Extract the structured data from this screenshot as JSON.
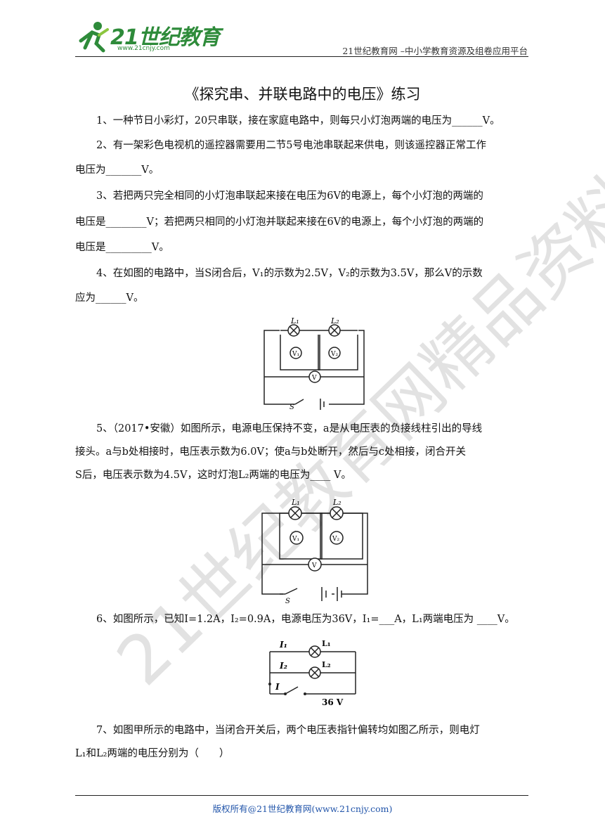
{
  "header": {
    "logo_text": "21世纪教育",
    "logo_url": "www.21cnjy.com",
    "site_tagline": "21世纪教育网 –中小学教育资源及组卷应用平台"
  },
  "title": "《探究串、并联电路中的电压》练习",
  "questions": [
    {
      "lines": [
        "1、一种节日小彩灯，20只串联，接在家庭电路中，则每只小灯泡两端的电压为______V。"
      ]
    },
    {
      "lines": [
        "2、有一架彩色电视机的遥控器需要用二节5号电池串联起来供电，则该遥控器正常工作",
        "电压为_______V。"
      ]
    },
    {
      "lines": [
        "3、若把两只完全相同的小灯泡串联起来接在电压为6V的电源上，每个小灯泡的两端的",
        "电压是________V；若把两只相同的小灯泡并联起来接在6V的电源上，每个小灯泡的两端的",
        "电压是_________V。"
      ]
    },
    {
      "lines": [
        "4、在如图的电路中，当S闭合后，V₁的示数为2.5V，V₂的示数为3.5V，那么V的示数",
        "应为______V。"
      ]
    },
    {
      "lines": [
        "5、（2017•安徽）如图所示，电源电压保持不变，a是从电压表的负接线柱引出的导线",
        "接头。a与b处相接时，电压表示数为6.0V；使a与b处断开，然后与c处相接，闭合开关",
        "S后，电压表示数为4.5V，这时灯泡L₂两端的电压为____ V。"
      ]
    },
    {
      "lines": [
        "6、如图所示，已知I=1.2A，I₂=0.9A，电源电压为36V，I₁=___A，L₁两端电压为 ____V。"
      ]
    },
    {
      "lines": [
        "7、如图甲所示的电路中，当闭合开关后，两个电压表指针偏转均如图乙所示，则电灯",
        "L₁和L₂两端的电压分别为（　　）"
      ]
    }
  ],
  "figures": {
    "circuit_a": {
      "L1": "L₁",
      "L2": "L₂",
      "V1": "V₁",
      "V2": "V₂",
      "V": "V",
      "S": "S"
    },
    "circuit_b": {
      "L1": "L₁",
      "L2": "L₂",
      "V1": "V₁",
      "V2": "V₂",
      "V": "V",
      "S": "S"
    },
    "circuit_c": {
      "I1": "I₁",
      "I2": "I₂",
      "I": "I",
      "L1": "L₁",
      "L2": "L₂",
      "voltage": "36 V"
    }
  },
  "watermark": "21世纪教育网精品资料",
  "footer": "版权所有@21世纪教育网(www.21cnjy.com)"
}
